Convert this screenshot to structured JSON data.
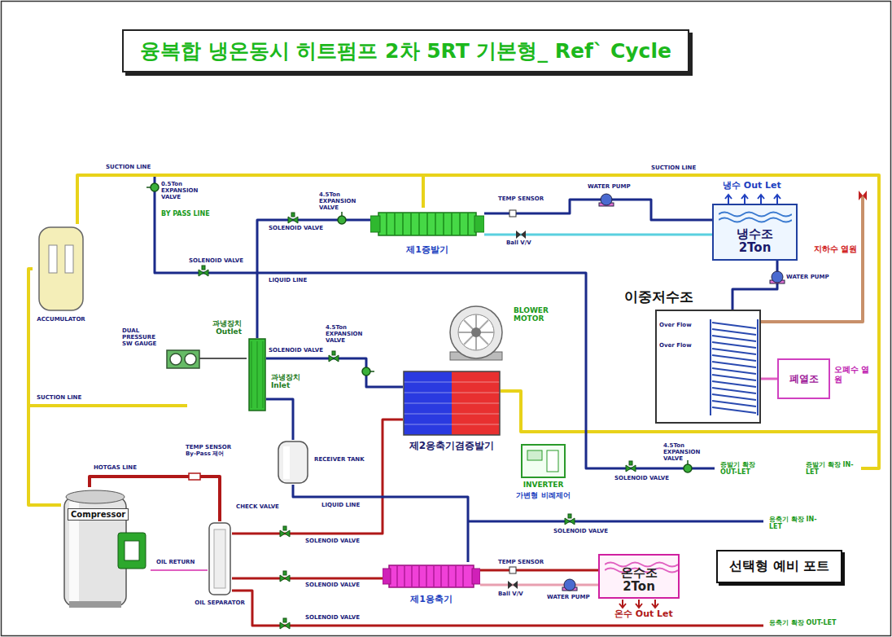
{
  "diagram": {
    "title": "융복합 냉온동시 히트펌프 2차 5RT 기본형_ Ref` Cycle",
    "nodes": [
      {
        "text": [
          "융복합 냉온동시 히트펌프 2차 5RT 기본형_ Ref` Cycle"
        ]
      },
      {
        "text": [
          "ACCUMULATOR"
        ]
      },
      {
        "text": [
          "Compressor"
        ]
      },
      {
        "text": [
          "OIL SEPARATOR"
        ]
      },
      {
        "text": [
          "RECEIVER TANK"
        ]
      },
      {
        "text": [
          "과냉장치 Outlet",
          "과냉장치 Inlet"
        ]
      },
      {
        "text": [
          "제1증발기"
        ]
      },
      {
        "text": [
          "냉수조 2Ton"
        ]
      },
      {
        "text": [
          "이중저수조"
        ]
      },
      {
        "text": [
          "폐열조"
        ]
      },
      {
        "text": [
          "BLOWER MOTOR"
        ]
      },
      {
        "text": [
          "제2응축기겸증발기"
        ]
      },
      {
        "text": [
          "INVERTER",
          "가변형 비례제어"
        ]
      },
      {
        "text": [
          "제1응축기"
        ]
      },
      {
        "text": [
          "온수조 2Ton"
        ]
      },
      {
        "text": [
          "선택형 예비 포트"
        ]
      }
    ],
    "edges": [
      {
        "from": 2,
        "to": 3,
        "arrow": "none"
      },
      {
        "from": 3,
        "to": 13,
        "arrow": "none"
      },
      {
        "from": 3,
        "to": 11,
        "arrow": "none"
      },
      {
        "from": 13,
        "to": 4,
        "arrow": "none"
      },
      {
        "from": 4,
        "to": 5,
        "arrow": "none"
      },
      {
        "from": 5,
        "to": 6,
        "arrow": "none"
      },
      {
        "from": 6,
        "to": 1,
        "arrow": "none"
      },
      {
        "from": 1,
        "to": 2,
        "arrow": "none"
      },
      {
        "from": 5,
        "to": 11,
        "arrow": "none"
      },
      {
        "from": 6,
        "to": 7,
        "arrow": "none"
      },
      {
        "from": 6,
        "to": 7,
        "arrow": "none"
      },
      {
        "from": 7,
        "to": 8,
        "arrow": "none"
      },
      {
        "from": 3,
        "to": 2,
        "arrow": "none"
      },
      {
        "from": 13,
        "to": 14,
        "arrow": "none"
      },
      {
        "from": 13,
        "to": 14,
        "arrow": "none"
      },
      {
        "from": 9,
        "to": 8,
        "arrow": "none"
      }
    ],
    "labels": [
      "SUCTION LINE",
      "SUCTION LINE",
      "SUCTION LINE",
      "0.5Ton EXPANSION VALVE",
      "BY PASS LINE",
      "SOLENOID VALVE",
      "LIQUID LINE",
      "4.5Ton EXPANSION VALVE",
      "SOLENOID VALVE",
      "4.5Ton EXPANSION VALVE",
      "SOLENOID VALVE",
      "DUAL PRESSURE SW GAUGE",
      "TEMP SENSOR By-Pass 제어",
      "HOTGAS LINE",
      "CHECK VALVE",
      "OIL RETURN",
      "LIQUID LINE",
      "SOLENOID VALVE",
      "SOLENOID VALVE",
      "SOLENOID VALVE",
      "TEMP SENSOR",
      "Ball V/V",
      "WATER PUMP",
      "냉수 Out Let",
      "지하수 열원",
      "Over Flow",
      "Over Flow",
      "WATER PUMP",
      "오폐수 열원",
      "4.5Ton EXPANSION VALVE",
      "SOLENOID VALVE",
      "증발기 확장 OUT-LET",
      "증발기 확장 IN-LET",
      "응축기 확장 IN-LET",
      "SOLENOID VALVE",
      "응축기 확장 OUT-LET",
      "온수 Out Let",
      "TEMP SENSOR",
      "Ball V/V",
      "WATER PUMP"
    ]
  }
}
